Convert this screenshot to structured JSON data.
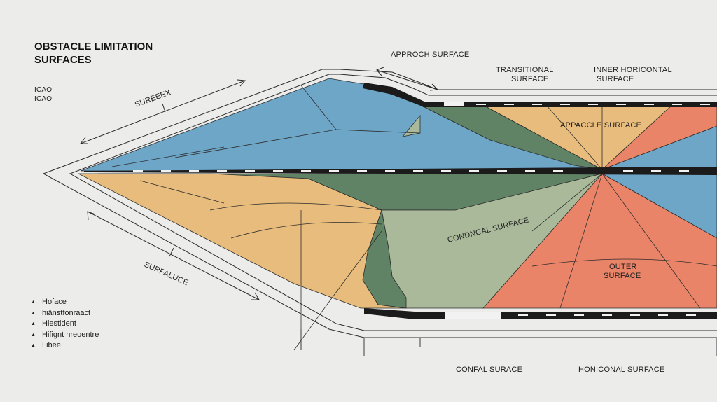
{
  "title": {
    "line1": "OBSTACLE LIMITATION",
    "line2": "SURFACES"
  },
  "icao_lines": [
    "ICAO",
    "ICAO"
  ],
  "labels": {
    "approach_top": "APPROCH SURFACE",
    "transitional_1": "TRANSITIONAL",
    "transitional_2": "SURFACE",
    "inner_horizontal_1": "INNER HORICONTAL",
    "inner_horizontal_2": "SURFACE",
    "appacle": "APPACCLE SURFACE",
    "conical": "CONDNCAL SURFACE",
    "outer_1": "OUTER",
    "outer_2": "SURFACE",
    "sureeex": "SUREEEX",
    "surfaluce": "SURFALUCE",
    "confal": "CONFAL SURACE",
    "honiconal": "HONICONAL SURFACE"
  },
  "legend": {
    "icon": "triangle-bullet-icon",
    "items": [
      "Hoface",
      "hiänstfonraact",
      "Hiestident",
      "Hifignt hreoentre",
      "Libee"
    ]
  },
  "colors": {
    "background": "#ececeb",
    "blue": "#6ea6c8",
    "green": "#5f8364",
    "sage": "#a9b99a",
    "tan": "#e8bc7c",
    "coral": "#ea8468",
    "runway": "#1b1b1b",
    "outline": "#2a2a2a"
  }
}
